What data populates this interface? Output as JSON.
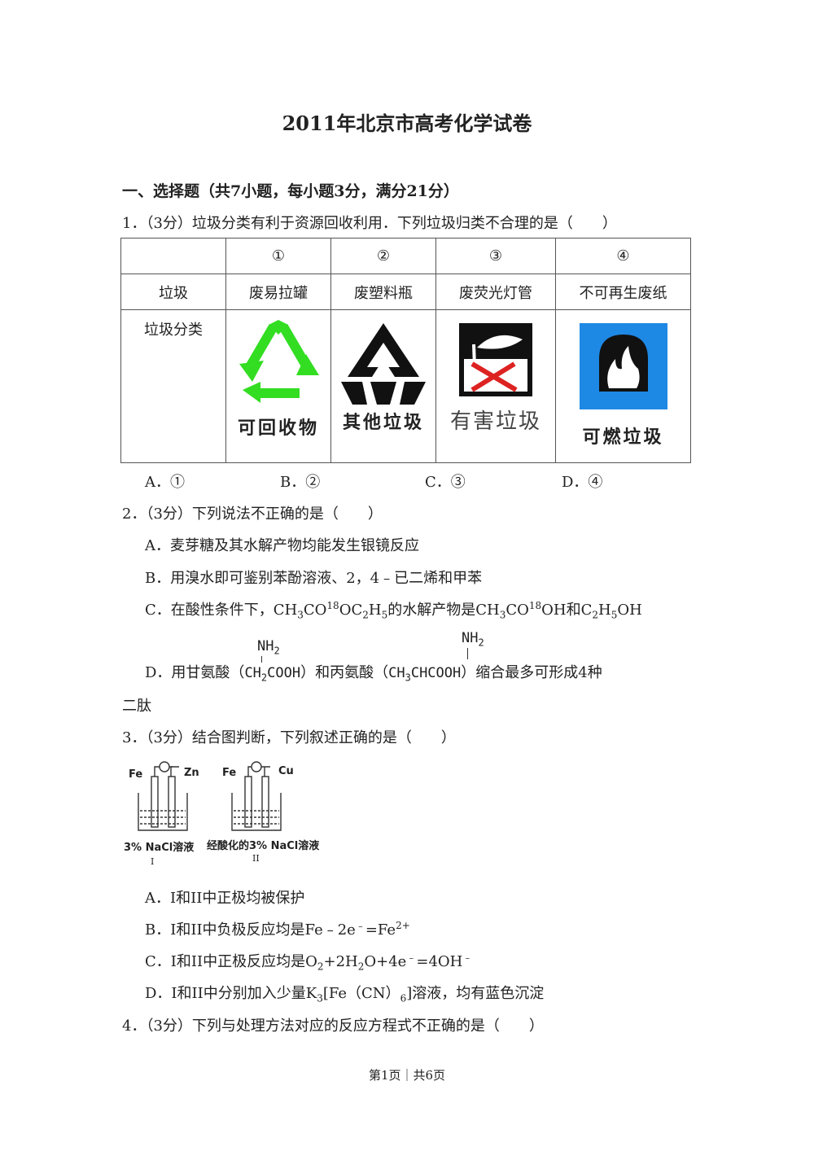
{
  "title": "2011年北京市高考化学试卷",
  "section": "一、选择题（共7小题，每小题3分，满分21分）",
  "q1": {
    "stem": "1．（3分）垃圾分类有利于资源回收利用．下列垃圾归类不合理的是（　　）",
    "table": {
      "header": [
        "",
        "①",
        "②",
        "③",
        "④"
      ],
      "row_label_1": "垃圾",
      "items": [
        "废易拉罐",
        "废塑料瓶",
        "废荧光灯管",
        "不可再生废纸"
      ],
      "row_label_2": "垃圾分类",
      "captions": [
        "可回收物",
        "其他垃圾",
        "有害垃圾",
        "可燃垃圾"
      ]
    },
    "options": [
      "A．①",
      "B．②",
      "C．③",
      "D．④"
    ]
  },
  "q2": {
    "stem": "2．（3分）下列说法不正确的是（　　）",
    "A": "A．麦芽糖及其水解产物均能发生银镜反应",
    "B": "B．用溴水即可鉴别苯酚溶液、2，4﹣已二烯和甲苯",
    "C_pre": "C．在酸性条件下，CH",
    "C_3": "3",
    "C_co": "CO",
    "C_18": "18",
    "C_oc": "OC",
    "C_2": "2",
    "C_h": "H",
    "C_5": "5",
    "C_mid": "的水解产物是CH",
    "C_3b": "3",
    "C_co2": "CO",
    "C_18b": "18",
    "C_oh": "OH和C",
    "C_2b": "2",
    "C_h2": "H",
    "C_5b": "5",
    "C_end": "OH",
    "D_pre": "D．用甘氨酸（",
    "D_gly_top": "NH",
    "D_gly_top_sub": "2",
    "D_gly_main": "CH",
    "D_gly_sub": "2",
    "D_gly_end": "COOH",
    "D_mid": "）和丙氨酸（",
    "D_ala_top": "NH",
    "D_ala_top_sub": "2",
    "D_ala_main": "CH",
    "D_ala_sub": "3",
    "D_ala_end": "CHCOOH",
    "D_post": "）缩合最多可形成4种",
    "D_wrap": "二肽"
  },
  "q3": {
    "stem": "3．（3分）结合图判断，下列叙述正确的是（　　）",
    "cell1": {
      "left": "Fe",
      "right": "Zn",
      "label": "3% NaCl溶液",
      "roman": "I"
    },
    "cell2": {
      "left": "Fe",
      "right": "Cu",
      "label": "经酸化的3% NaCl溶液",
      "roman": "II"
    },
    "A": "A．I和II中正极均被保护",
    "B_pre": "B．I和II中负极反应均是Fe﹣2e",
    "B_sup1": "﹣",
    "B_mid": "=Fe",
    "B_sup2": "2+",
    "C_pre": "C．I和II中正极反应均是O",
    "C_2": "2",
    "C_mid": "+2H",
    "C_2b": "2",
    "C_mid2": "O+4e",
    "C_sup1": "﹣",
    "C_mid3": "=4OH",
    "C_sup2": "﹣",
    "D_pre": "D．I和II中分别加入少量K",
    "D_3": "3",
    "D_mid": "[Fe（CN）",
    "D_6": "6",
    "D_end": "]溶液，均有蓝色沉淀"
  },
  "q4": {
    "stem": "4．（3分）下列与处理方法对应的反应方程式不正确的是（　　）"
  },
  "footer": "第1页｜共6页",
  "colors": {
    "recycle_green": "#33dd22",
    "hazard_red": "#dd2222",
    "burn_blue": "#1e88e5"
  }
}
